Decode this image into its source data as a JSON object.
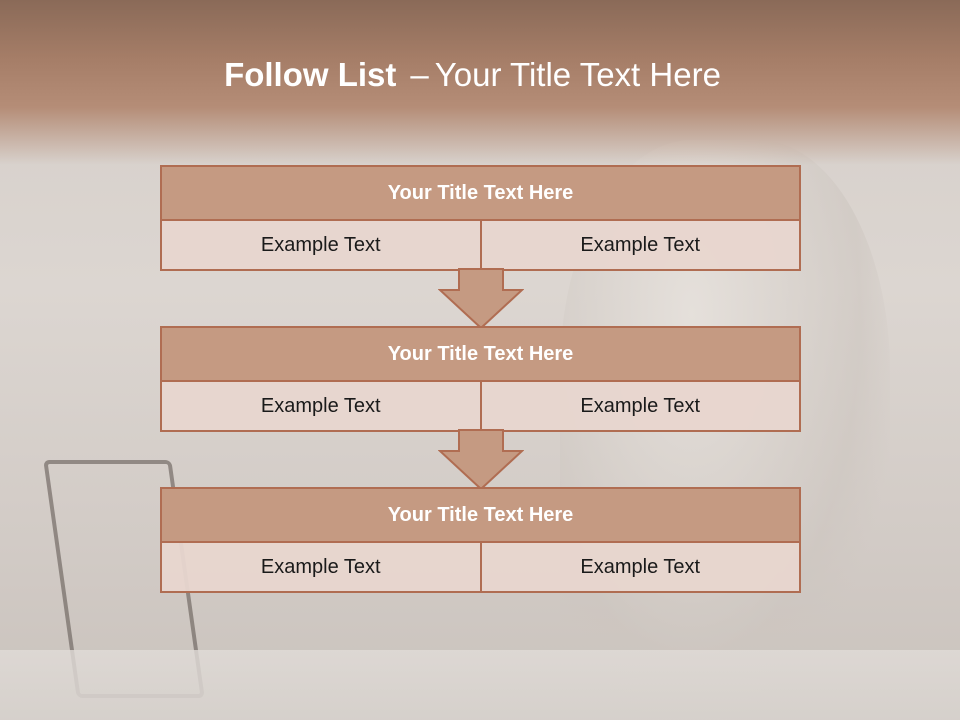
{
  "slide": {
    "title_bold": "Follow List",
    "title_dash": "–",
    "title_rest": "Your Title Text Here"
  },
  "blocks": [
    {
      "title": "Your Title Text Here",
      "cells": [
        "Example Text",
        "Example Text"
      ]
    },
    {
      "title": "Your Title Text Here",
      "cells": [
        "Example Text",
        "Example Text"
      ]
    },
    {
      "title": "Your Title Text Here",
      "cells": [
        "Example Text",
        "Example Text"
      ]
    }
  ],
  "colors": {
    "header_band": "#a57d67",
    "block_title_fill": "#c59a82",
    "border": "#b06d52",
    "cell_fill": "#e8d6cf",
    "arrow_fill": "#c59a82"
  }
}
